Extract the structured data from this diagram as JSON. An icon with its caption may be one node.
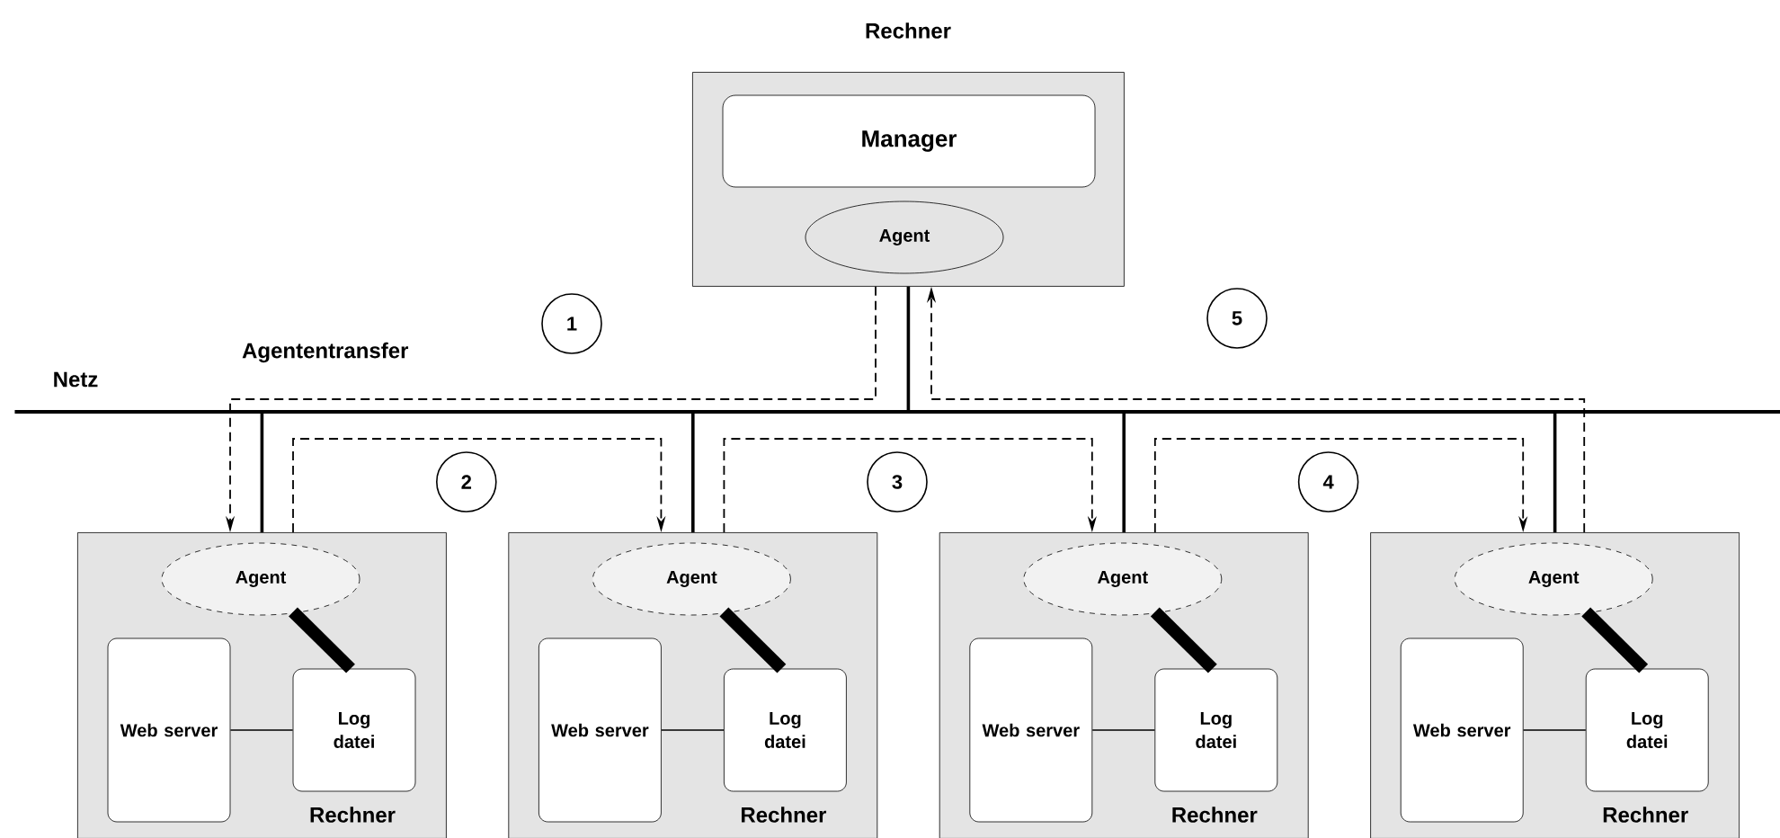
{
  "diagram": {
    "nodes": [
      {
        "text": [
          "Rechner"
        ]
      },
      {
        "text": [
          "Manager"
        ],
        "in": 0
      },
      {
        "text": [
          "Agent"
        ],
        "in": 0
      },
      {
        "text": [
          "Netz"
        ]
      },
      {
        "text": [
          "Rechner"
        ]
      },
      {
        "text": [
          "Agent"
        ],
        "in": 4
      },
      {
        "text": [
          "Web server"
        ],
        "in": 4
      },
      {
        "text": [
          "Log datei"
        ],
        "in": 4
      },
      {
        "text": [
          "Rechner"
        ]
      },
      {
        "text": [
          "Agent"
        ],
        "in": 8
      },
      {
        "text": [
          "Web server"
        ],
        "in": 8
      },
      {
        "text": [
          "Log datei"
        ],
        "in": 8
      },
      {
        "text": [
          "Rechner"
        ]
      },
      {
        "text": [
          "Agent"
        ],
        "in": 12
      },
      {
        "text": [
          "Web server"
        ],
        "in": 12
      },
      {
        "text": [
          "Log datei"
        ],
        "in": 12
      },
      {
        "text": [
          "Rechner"
        ]
      },
      {
        "text": [
          "Agent"
        ],
        "in": 16
      },
      {
        "text": [
          "Web server"
        ],
        "in": 16
      },
      {
        "text": [
          "Log datei"
        ],
        "in": 16
      }
    ],
    "edges": [
      {
        "from": 0,
        "to": 4,
        "arrow": "to",
        "style": "dashed",
        "label": "1"
      },
      {
        "from": 4,
        "to": 8,
        "arrow": "to",
        "style": "dashed",
        "label": "2"
      },
      {
        "from": 8,
        "to": 12,
        "arrow": "to",
        "style": "dashed",
        "label": "3"
      },
      {
        "from": 12,
        "to": 16,
        "arrow": "to",
        "style": "dashed",
        "label": "4"
      },
      {
        "from": 16,
        "to": 0,
        "arrow": "to",
        "style": "dashed",
        "label": "5"
      },
      {
        "from": 0,
        "to": 3,
        "arrow": "none"
      },
      {
        "from": 4,
        "to": 3,
        "arrow": "none"
      },
      {
        "from": 8,
        "to": 3,
        "arrow": "none"
      },
      {
        "from": 12,
        "to": 3,
        "arrow": "none"
      },
      {
        "from": 16,
        "to": 3,
        "arrow": "none"
      },
      {
        "from": 6,
        "to": 7,
        "arrow": "none"
      },
      {
        "from": 5,
        "to": 7,
        "arrow": "none",
        "style": "thick"
      },
      {
        "from": 10,
        "to": 11,
        "arrow": "none"
      },
      {
        "from": 9,
        "to": 11,
        "arrow": "none",
        "style": "thick"
      },
      {
        "from": 14,
        "to": 15,
        "arrow": "none"
      },
      {
        "from": 13,
        "to": 15,
        "arrow": "none",
        "style": "thick"
      },
      {
        "from": 18,
        "to": 19,
        "arrow": "none"
      },
      {
        "from": 17,
        "to": 19,
        "arrow": "none",
        "style": "thick"
      }
    ],
    "labels": [
      "Agententransfer"
    ]
  }
}
